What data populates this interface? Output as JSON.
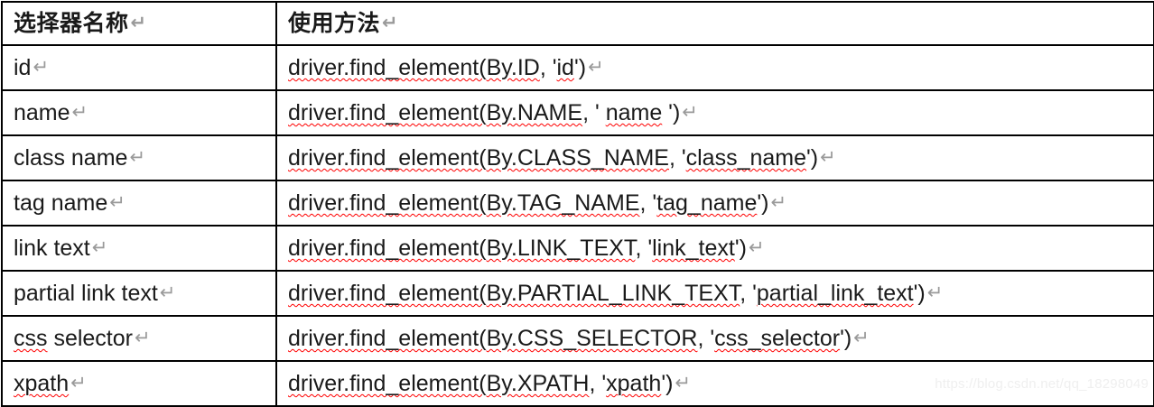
{
  "document": {
    "type": "word-table",
    "paragraph_mark": "↵",
    "colors": {
      "text": "#1a1a1a",
      "border": "#000000",
      "spellcheck_underline": "#ff0000",
      "paragraph_mark": "#9a9a9a",
      "watermark": "#efefef",
      "background": "#ffffff"
    }
  },
  "table": {
    "headers": [
      {
        "label": "选择器名称",
        "mark": "↵"
      },
      {
        "label": "使用方法",
        "mark": "↵"
      }
    ],
    "rows": [
      {
        "name": "id",
        "name_misspelled": false,
        "usage_prefix": "driver.find_element(",
        "usage_by": "By.ID",
        "usage_mid": ", '",
        "usage_value": "id",
        "usage_suffix": "')",
        "mark": "↵"
      },
      {
        "name": "name",
        "name_misspelled": false,
        "usage_prefix": "driver.find_element(",
        "usage_by": "By.NAME",
        "usage_mid": ", ' ",
        "usage_value": "name",
        "usage_suffix": " ')",
        "mark": "↵"
      },
      {
        "name": "class name",
        "name_misspelled": false,
        "usage_prefix": "driver.find_element(",
        "usage_by": "By.CLASS_NAME",
        "usage_mid": ", '",
        "usage_value": "class_name",
        "usage_suffix": "')",
        "mark": "↵"
      },
      {
        "name": "tag name",
        "name_misspelled": false,
        "usage_prefix": "driver.find_element(",
        "usage_by": "By.TAG_NAME",
        "usage_mid": ", '",
        "usage_value": "tag_name",
        "usage_suffix": "')",
        "mark": "↵"
      },
      {
        "name": "link text",
        "name_misspelled": false,
        "usage_prefix": "driver.find_element(",
        "usage_by": "By.LINK_TEXT",
        "usage_mid": ", '",
        "usage_value": "link_text",
        "usage_suffix": "')",
        "mark": "↵"
      },
      {
        "name": "partial link text",
        "name_misspelled": false,
        "usage_prefix": "driver.find_element(",
        "usage_by": "By.PARTIAL_LINK_TEXT",
        "usage_mid": ", '",
        "usage_value": "partial_link_text",
        "usage_suffix": "')",
        "mark": "↵"
      },
      {
        "name": "css selector",
        "name_misspelled": true,
        "name_misspelled_part": "css",
        "name_rest": " selector",
        "usage_prefix": "driver.find_element(",
        "usage_by": "By.CSS_SELECTOR",
        "usage_mid": ", '",
        "usage_value": "css_selector",
        "usage_suffix": "')",
        "mark": "↵"
      },
      {
        "name": "xpath",
        "name_misspelled": true,
        "name_misspelled_part": "xpath",
        "name_rest": "",
        "usage_prefix": "driver.find_element(",
        "usage_by": "By.XPATH",
        "usage_mid": ", '",
        "usage_value": "xpath",
        "usage_suffix": "')",
        "mark": "↵"
      }
    ]
  },
  "watermark": {
    "text": "https://blog.csdn.net/qq_18298049"
  }
}
